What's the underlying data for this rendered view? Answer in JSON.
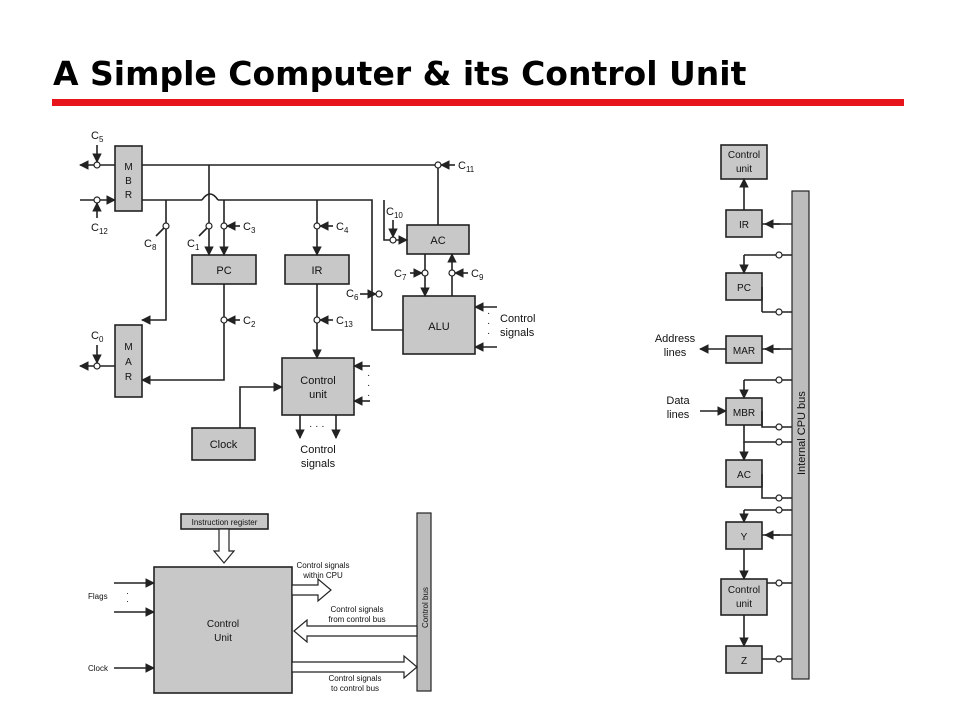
{
  "slide": {
    "title": "A Simple Computer & its Control Unit",
    "accent_color": "#e8141b"
  },
  "cpu": {
    "mbr": [
      "M",
      "B",
      "R"
    ],
    "mar": [
      "M",
      "A",
      "R"
    ],
    "pc": "PC",
    "ir": "IR",
    "ac": "AC",
    "alu": "ALU",
    "control_unit": [
      "Control",
      "unit"
    ],
    "clock": "Clock",
    "control_signals_out": [
      "Control",
      "signals"
    ],
    "alu_control_signals": [
      "Control",
      "signals"
    ],
    "c": {
      "c0": "0",
      "c1": "1",
      "c2": "2",
      "c3": "3",
      "c4": "4",
      "c5": "5",
      "c6": "6",
      "c7": "7",
      "c8": "8",
      "c9": "9",
      "c10": "10",
      "c11": "11",
      "c12": "12",
      "c13": "13"
    },
    "c_letter": "C"
  },
  "cu": {
    "instruction_register": "Instruction register",
    "control_unit": [
      "Control",
      "Unit"
    ],
    "flags": "Flags",
    "clock": "Clock",
    "within_cpu": [
      "Control signals",
      "within CPU"
    ],
    "from_bus": [
      "Control signals",
      "from control bus"
    ],
    "to_bus": [
      "Control signals",
      "to  control bus"
    ],
    "control_bus": "Control bus"
  },
  "bus_arch": {
    "control_unit_top": [
      "Control",
      "unit"
    ],
    "ir": "IR",
    "pc": "PC",
    "mar": "MAR",
    "mbr": "MBR",
    "ac": "AC",
    "y": "Y",
    "control_unit_bottom": [
      "Control",
      "unit"
    ],
    "z": "Z",
    "address_lines": [
      "Address",
      "lines"
    ],
    "data_lines": [
      "Data",
      "lines"
    ],
    "internal_bus": "Internal CPU bus"
  }
}
